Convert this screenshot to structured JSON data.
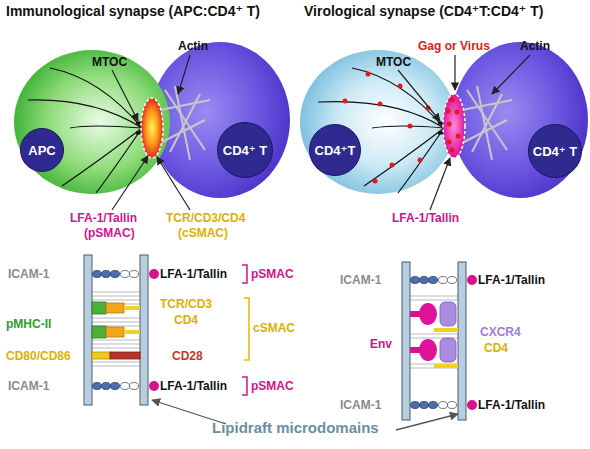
{
  "diagram": {
    "nodes": [
      {
        "text": [
          "APC"
        ]
      },
      {
        "text": [
          "CD4⁺ T"
        ]
      },
      {
        "text": [
          "CD4⁺T"
        ]
      },
      {
        "text": [
          "CD4⁺ T"
        ]
      }
    ],
    "labels": [
      "Immunological synapse (APC:CD4⁺ T)",
      "Virological synapse (CD4⁺T:CD4⁺ T)",
      "MTOC",
      "Actin",
      "LFA-1/Tallin",
      "(pSMAC)",
      "TCR/CD3/CD4",
      "(cSMAC)",
      "Gag or Virus",
      "MTOC",
      "Actin",
      "LFA-1/Tallin",
      "ICAM-1",
      "LFA-1/Tallin",
      "pSMAC",
      "pMHC-II",
      "TCR/CD3",
      "CD4",
      "cSMAC",
      "CD80/CD86",
      "CD28",
      "ICAM-1",
      "LFA-1/Tallin",
      "pSMAC",
      "ICAM-1",
      "LFA-1/Tallin",
      "Env",
      "CXCR4",
      "CD4",
      "ICAM-1",
      "LFA-1/Tallin",
      "Lipidraft microdomains"
    ]
  }
}
